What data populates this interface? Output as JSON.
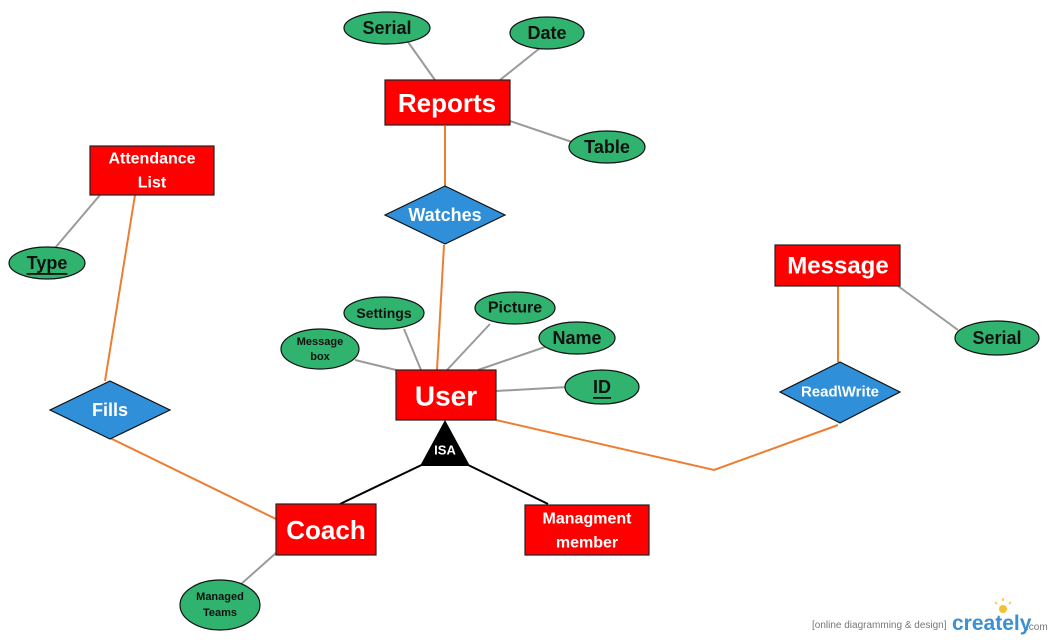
{
  "entities": {
    "reports": "Reports",
    "attendance_list_1": "Attendance",
    "attendance_list_2": "List",
    "message": "Message",
    "user": "User",
    "coach": "Coach",
    "management_1": "Managment",
    "management_2": "member"
  },
  "attributes": {
    "serial_reports": "Serial",
    "date": "Date",
    "table": "Table",
    "type": "Type",
    "settings": "Settings",
    "picture": "Picture",
    "name": "Name",
    "message_box_1": "Message",
    "message_box_2": "box",
    "id": "ID",
    "serial_message": "Serial",
    "managed_teams_1": "Managed",
    "managed_teams_2": "Teams"
  },
  "relationships": {
    "watches": "Watches",
    "fills": "Fills",
    "read_write": "Read\\Write"
  },
  "isa": "ISA",
  "watermark": {
    "tagline": "[online diagramming & design]",
    "brand": "creately",
    "brand_suffix": ".com"
  },
  "colors": {
    "entity": "#ff0000",
    "attribute": "#2fb36f",
    "relationship": "#2f8fd8",
    "connector_gray": "#9a9a9a",
    "connector_orange": "#ed7d31"
  }
}
